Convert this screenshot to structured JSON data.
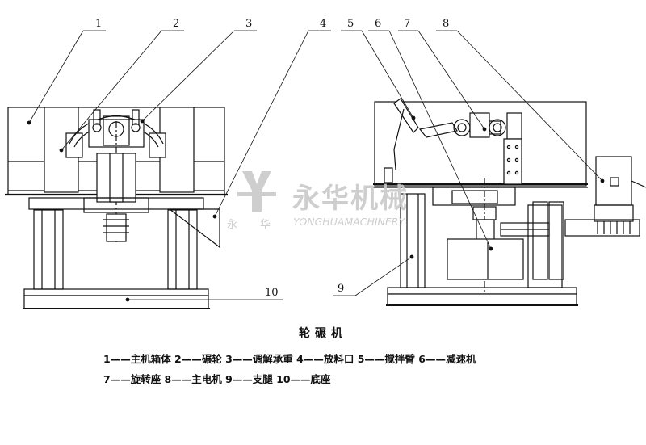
{
  "callouts": [
    "1",
    "2",
    "3",
    "4",
    "5",
    "6",
    "7",
    "8",
    "9",
    "10"
  ],
  "title": "轮碾机",
  "legend_line1": "1——主机箱体  2——碾轮  3——调解承重  4——放料口  5——搅拌臂  6——减速机",
  "legend_line2": "7——旋转座  8——主电机  9——支腿  10——底座",
  "watermark": {
    "brand_cn": "永华机械",
    "brand_en": "YONGHUAMACHINERY",
    "logo_chars": [
      "永",
      "华"
    ]
  },
  "colors": {
    "line": "#111111",
    "watermark": "#c9c9c9",
    "fill": "#f2f2f2"
  }
}
